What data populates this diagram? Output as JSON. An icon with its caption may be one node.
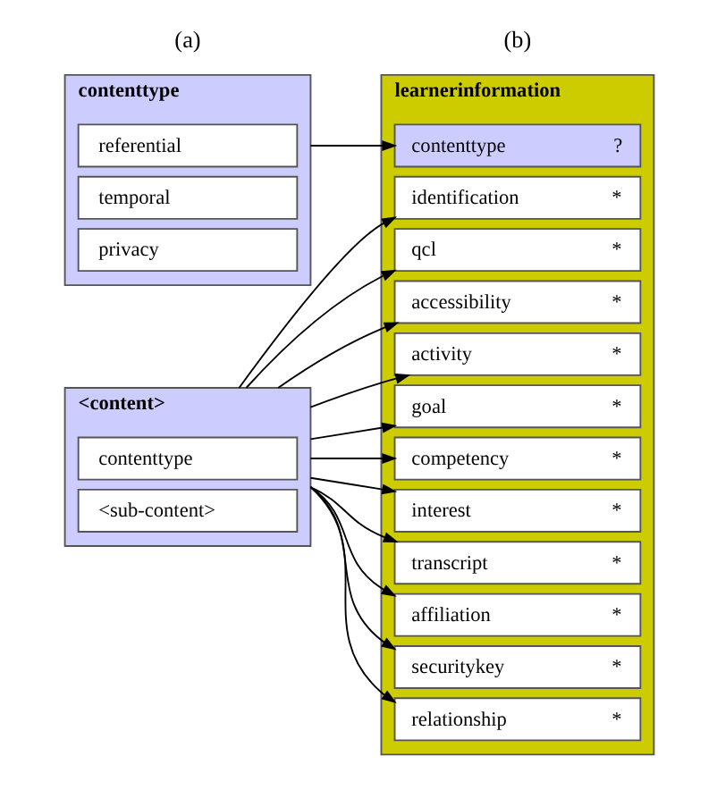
{
  "diagram": {
    "nodes": [
      {
        "text": [
          "contenttype"
        ]
      },
      {
        "text": [
          "referential"
        ],
        "in": 0
      },
      {
        "text": [
          "temporal"
        ],
        "in": 0
      },
      {
        "text": [
          "privacy"
        ],
        "in": 0
      },
      {
        "text": [
          "<content>"
        ]
      },
      {
        "text": [
          "contenttype"
        ],
        "in": 4
      },
      {
        "text": [
          "<sub-content>"
        ],
        "in": 4
      },
      {
        "text": [
          "learnerinformation"
        ]
      },
      {
        "text": [
          "contenttype",
          "?"
        ],
        "in": 7
      },
      {
        "text": [
          "identification",
          "*"
        ],
        "in": 7
      },
      {
        "text": [
          "qcl",
          "*"
        ],
        "in": 7
      },
      {
        "text": [
          "accessibility",
          "*"
        ],
        "in": 7
      },
      {
        "text": [
          "activity",
          "*"
        ],
        "in": 7
      },
      {
        "text": [
          "goal",
          "*"
        ],
        "in": 7
      },
      {
        "text": [
          "competency",
          "*"
        ],
        "in": 7
      },
      {
        "text": [
          "interest",
          "*"
        ],
        "in": 7
      },
      {
        "text": [
          "transcript",
          "*"
        ],
        "in": 7
      },
      {
        "text": [
          "affiliation",
          "*"
        ],
        "in": 7
      },
      {
        "text": [
          "securitykey",
          "*"
        ],
        "in": 7
      },
      {
        "text": [
          "relationship",
          "*"
        ],
        "in": 7
      }
    ],
    "edges": [
      {
        "from": 0,
        "to": 8,
        "arrow": "to"
      },
      {
        "from": 4,
        "to": 9,
        "arrow": "to"
      },
      {
        "from": 4,
        "to": 10,
        "arrow": "to"
      },
      {
        "from": 4,
        "to": 11,
        "arrow": "to"
      },
      {
        "from": 4,
        "to": 12,
        "arrow": "to"
      },
      {
        "from": 4,
        "to": 13,
        "arrow": "to"
      },
      {
        "from": 4,
        "to": 14,
        "arrow": "to"
      },
      {
        "from": 4,
        "to": 15,
        "arrow": "to"
      },
      {
        "from": 4,
        "to": 16,
        "arrow": "to"
      },
      {
        "from": 4,
        "to": 17,
        "arrow": "to"
      },
      {
        "from": 4,
        "to": 18,
        "arrow": "to"
      },
      {
        "from": 4,
        "to": 19,
        "arrow": "to"
      }
    ],
    "labels": [
      "(a)",
      "(b)"
    ]
  }
}
